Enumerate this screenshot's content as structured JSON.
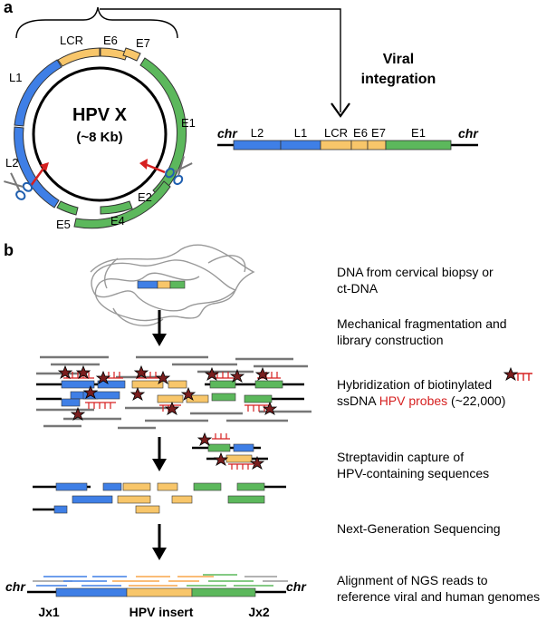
{
  "panel_a": {
    "letter": "a",
    "genome_title": "HPV X",
    "genome_size": "(~8 Kb)",
    "ring_labels": {
      "lcr": "LCR",
      "e6": "E6",
      "e7": "E7",
      "l1": "L1",
      "e1": "E1",
      "l2": "L2",
      "e2": "E2",
      "e5": "E5",
      "e4": "E4"
    },
    "integration_title_line1": "Viral",
    "integration_title_line2": "integration",
    "linear_labels": {
      "chr_left": "chr",
      "l2": "L2",
      "l1": "L1",
      "lcr": "LCR",
      "e6": "E6",
      "e7": "E7",
      "e1": "E1",
      "chr_right": "chr"
    }
  },
  "panel_b": {
    "letter": "b",
    "steps": [
      {
        "line1": "DNA from cervical biopsy or",
        "line2": "ct-DNA"
      },
      {
        "line1": "Mechanical fragmentation and",
        "line2": "library construction"
      },
      {
        "line1": "Hybridization of biotinylated",
        "line2_prefix": "ssDNA ",
        "line2_highlight": "HPV probes",
        "line2_suffix": " (~22,000)"
      },
      {
        "line1": "Streptavidin capture of",
        "line2": "HPV-containing sequences"
      },
      {
        "line1": "Next-Generation Sequencing"
      },
      {
        "line1": "Alignment of NGS reads to",
        "line2": "reference viral and human genomes"
      }
    ],
    "bottom_labels": {
      "chr_left": "chr",
      "chr_right": "chr",
      "jx1": "Jx1",
      "insert": "HPV insert",
      "jx2": "Jx2"
    }
  },
  "colors": {
    "blue": "#3f7fe6",
    "yellow": "#f8c66a",
    "green": "#5cb85c",
    "probe_red": "#d62020",
    "scissors": "#1f5fb0",
    "gray": "#888888",
    "black": "#000000"
  }
}
